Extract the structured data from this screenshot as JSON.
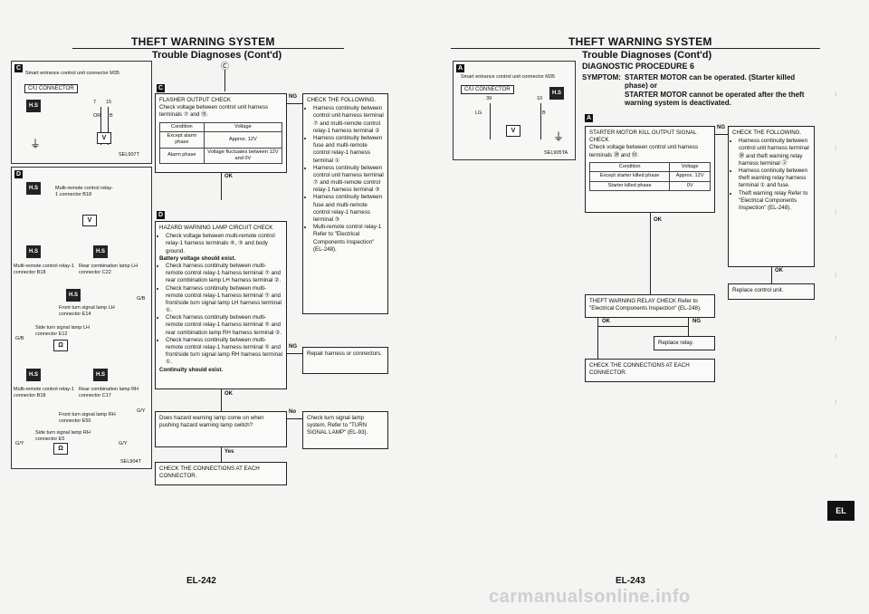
{
  "left": {
    "title": "THEFT WARNING SYSTEM",
    "subtitle": "Trouble Diagnoses (Cont'd)",
    "entry_marker": "Ⓒ",
    "diagrams": {
      "c": {
        "tag": "C",
        "connector_label": "Smart entrance control unit connector M35",
        "cu_label": "C/U CONNECTOR",
        "pins": [
          "7",
          "15"
        ],
        "wires": [
          "OR",
          "B"
        ],
        "ref": "SEL907T"
      },
      "d": {
        "tag": "D",
        "unit1": "Multi-remote control relay-1 connector B18",
        "unit2": "Multi-remote control relay-1 connector B18",
        "rear_lh": "Rear combination lamp LH connector C22",
        "front_lh": "Front turn signal lamp LH connector E14",
        "side_lh": "Side turn signal lamp LH connector E12",
        "unit3": "Multi-remote control relay-1 connector B18",
        "rear_rh": "Rear combination lamp RH connector C17",
        "front_rh": "Front turn signal lamp RH connector E50",
        "side_rh": "Side turn signal lamp RH connector E5",
        "wire_labels": [
          "G/B",
          "G/B",
          "G/Y",
          "G/Y",
          "G/Y"
        ],
        "ref": "SEL904T"
      }
    },
    "flowchart": {
      "step_c_tag": "C",
      "flasher": {
        "title": "FLASHER OUTPUT CHECK",
        "text": "Check voltage between control unit harness terminals ⑦ and ⑮.",
        "table_headers": [
          "Condition",
          "Voltage"
        ],
        "table_rows": [
          [
            "Except alarm phase",
            "Approx. 12V"
          ],
          [
            "Alarm phase",
            "Voltage fluctuates between 12V and 0V"
          ]
        ]
      },
      "ng1": "NG",
      "check_follow": {
        "title": "CHECK THE FOLLOWING.",
        "items": [
          "Harness continuity between control unit harness terminal ⑦ and multi-remote control relay-1 harness terminal ②",
          "Harness continuity between fuse and multi-remote control relay-1 harness terminal ①",
          "Harness continuity between control unit harness terminal ⑦ and multi-remote control relay-1 harness terminal ③",
          "Harness continuity between fuse and multi-remote control relay-1 harness terminal ③",
          "Multi-remote control relay-1 Refer to \"Electrical Components Inspection\" (EL-248)."
        ]
      },
      "ok1": "OK",
      "step_d_tag": "D",
      "hazard": {
        "title": "HAZARD WARNING LAMP CIRCUIT CHECK",
        "items": [
          "Check voltage between multi-remote control relay-1 harness terminals ⑥, ③ and body ground.",
          "Battery voltage should exist.",
          "Check harness continuity between multi-remote control relay-1 harness terminal ⑦ and rear combination lamp LH harness terminal ②.",
          "Check harness continuity between multi-remote control relay-1 harness terminal ⑦ and front/side turn signal lamp LH harness terminal ①.",
          "Check harness continuity between multi-remote control relay-1 harness terminal ⑤ and rear combination lamp RH harness terminal ②.",
          "Check harness continuity between multi-remote control relay-1 harness terminal ⑤ and front/side turn signal lamp RH harness terminal ①.",
          "Continuity should exist."
        ]
      },
      "ng2": "NG",
      "repair": "Repair harness or connectors.",
      "ok2": "OK",
      "hazard_q": "Does hazard warning lamp come on when pushing hazard warning lamp switch?",
      "no": "No",
      "turn_check": "Check turn signal lamp system. Refer to \"TURN SIGNAL LAMP\" (EL-93).",
      "yes": "Yes",
      "check_conn": "CHECK THE CONNECTIONS AT EACH CONNECTOR."
    },
    "page_number": "EL-242"
  },
  "right": {
    "title": "THEFT WARNING SYSTEM",
    "subtitle": "Trouble Diagnoses (Cont'd)",
    "procedure": "DIAGNOSTIC PROCEDURE 6",
    "symptom_label": "SYMPTOM:",
    "symptoms": [
      "STARTER MOTOR can be operated. (Starter killed phase) or",
      "STARTER MOTOR cannot be operated after the theft warning system is deactivated."
    ],
    "diagram": {
      "tag": "A",
      "connector_label": "Smart entrance control unit connector M35",
      "cu_label": "C/U CONNECTOR",
      "pins": [
        "39",
        "10"
      ],
      "wires": [
        "LG",
        "B"
      ],
      "ref": "SEL905TA"
    },
    "flowchart": {
      "step_tag": "A",
      "starter": {
        "title": "STARTER MOTOR KILL OUTPUT SIGNAL CHECK",
        "text": "Check voltage between control unit harness terminals ㊴ and ⑩.",
        "table_headers": [
          "Condition",
          "Voltage"
        ],
        "table_rows": [
          [
            "Except starter killed phase",
            "Approx. 12V"
          ],
          [
            "Starter killed phase",
            "0V"
          ]
        ]
      },
      "ng1": "NG",
      "check_follow": {
        "title": "CHECK THE FOLLOWING.",
        "items": [
          "Harness continuity between control unit harness terminal ㊴ and theft warning relay harness terminal ②",
          "Harness continuity between theft warning relay harness terminal ① and fuse.",
          "Theft warning relay Refer to \"Electrical Components Inspection\" (EL-248)."
        ]
      },
      "ok_right": "OK",
      "replace_cu": "Replace control unit.",
      "ok1": "OK",
      "relay_check": "THEFT WARNING RELAY CHECK Refer to \"Electrical Components Inspection\" (EL-248).",
      "ok2": "OK",
      "ng2": "NG",
      "replace_relay": "Replace relay.",
      "check_conn": "CHECK THE CONNECTIONS AT EACH CONNECTOR."
    },
    "page_number": "EL-243"
  },
  "side_tab": "EL",
  "watermark": "carmanualsonline.info"
}
